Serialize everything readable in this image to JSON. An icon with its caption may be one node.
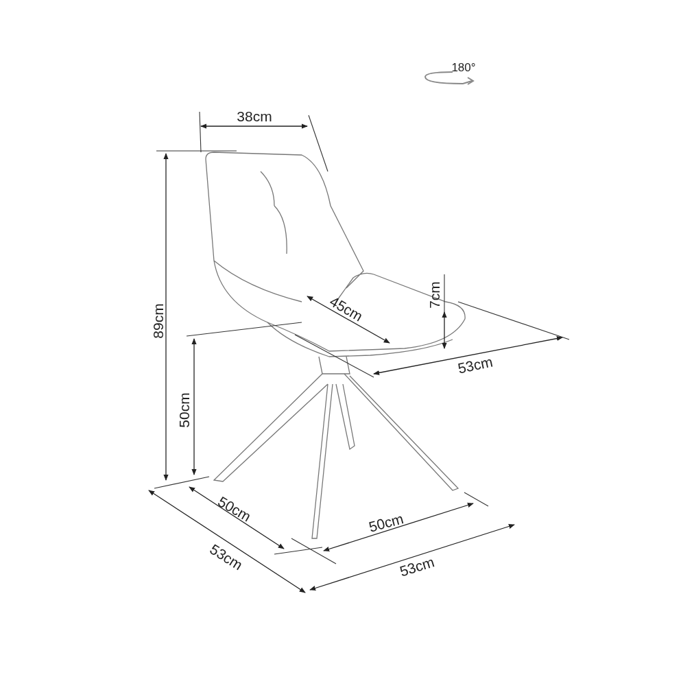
{
  "diagram": {
    "labels": [
      "180°",
      "38cm",
      "89cm",
      "7cm",
      "45cm",
      "53cm",
      "50cm",
      "50cm",
      "50cm",
      "53cm",
      "53cm"
    ]
  }
}
